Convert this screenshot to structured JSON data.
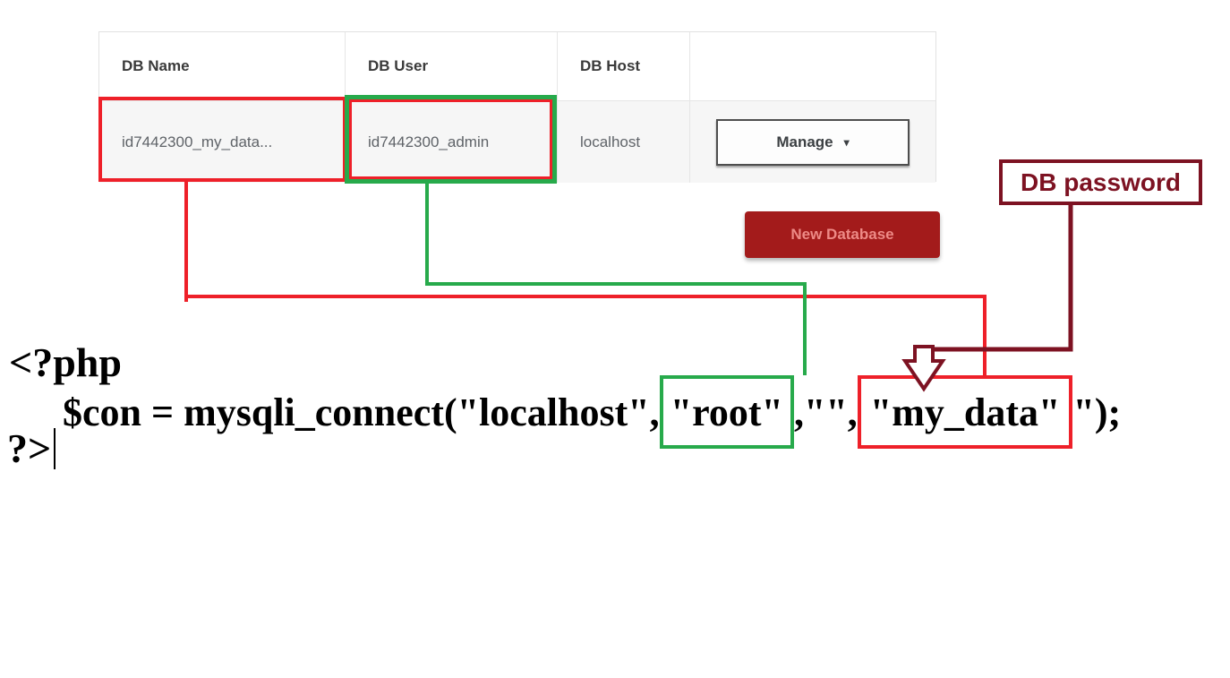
{
  "table": {
    "headers": [
      "DB Name",
      "DB User",
      "DB Host",
      ""
    ],
    "row": {
      "db_name": "id7442300_my_data...",
      "db_user": "id7442300_admin",
      "db_host": "localhost"
    },
    "manage_button": {
      "label": "Manage",
      "caret": "▾"
    }
  },
  "new_database_button": {
    "label": "New Database"
  },
  "annotation": {
    "db_password": "DB password"
  },
  "code": {
    "line1": "<?php",
    "line2": {
      "prefix": "$con = mysqli_connect(\"localhost\",",
      "user_arg": "\"root\"",
      "mid": ",\"\",",
      "db_arg": "\"my_data\"",
      "suffix": "\");"
    },
    "line3": "?>"
  },
  "colors": {
    "highlight_red": "#ee2029",
    "highlight_green": "#27aa4b",
    "maroon": "#7d1222",
    "new_db_button_bg": "#a31b1b",
    "new_db_button_text": "#ed8a86"
  }
}
